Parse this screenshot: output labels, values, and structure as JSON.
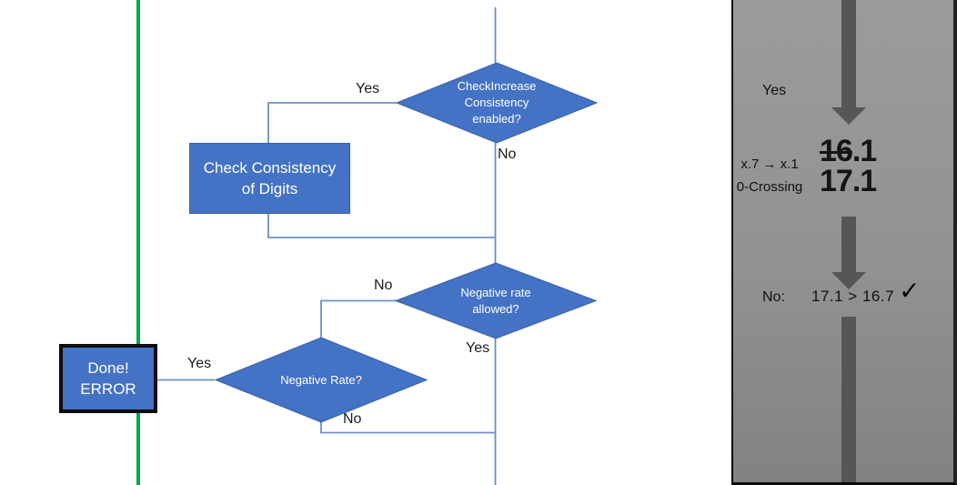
{
  "colors": {
    "shape_blue": "#4472C4",
    "shape_border": "#3A62A8",
    "connector_blue": "#6D90C6",
    "green_line": "#00A651",
    "arrow_gray": "#565656",
    "panel_gray_top": "#9B9B9B",
    "panel_gray_bottom": "#828282",
    "panel_border": "#0B0B0B",
    "text_dark": "#1B1B1B",
    "text_white": "#FFFFFF"
  },
  "flowchart": {
    "decision_check_increase": "CheckIncrease\nConsistency\nenabled?",
    "decision_negative_rate_allowed": "Negative rate\nallowed?",
    "decision_negative_rate": "Negative Rate?",
    "process_check_consistency": "Check Consistency\nof Digits",
    "terminal_done_error": "Done!\nERROR",
    "labels": {
      "check_increase_yes": "Yes",
      "check_increase_no": "No",
      "negative_rate_allowed_no": "No",
      "negative_rate_allowed_yes": "Yes",
      "negative_rate_yes": "Yes",
      "negative_rate_no": "No"
    }
  },
  "side_panel": {
    "yes_label": "Yes",
    "rule_line1": "x.7 → x.1",
    "rule_line2": "0-Crossing",
    "old_value_struck": "16",
    "old_value_suffix": ".1",
    "new_value": "17.1",
    "no_label": "No:",
    "comparison": "17.1 > 16.7",
    "checkmark": "✓"
  }
}
